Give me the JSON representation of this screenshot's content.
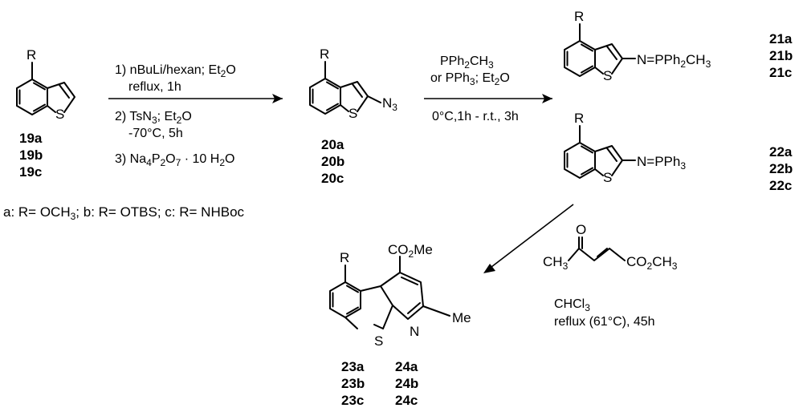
{
  "compounds": {
    "c19": [
      "19a",
      "19b",
      "19c"
    ],
    "c20": [
      "20a",
      "20b",
      "20c"
    ],
    "c21": [
      "21a",
      "21b",
      "21c"
    ],
    "c22": [
      "22a",
      "22b",
      "22c"
    ],
    "c23": [
      "23a",
      "23b",
      "23c"
    ],
    "c24": [
      "24a",
      "24b",
      "24c"
    ]
  },
  "atoms": {
    "r": "R",
    "s": "S",
    "n": "N",
    "me": "Me"
  },
  "groups": {
    "azide_main": "N",
    "azide_sub": "3",
    "ylide21_pre": "N=PPh",
    "ylide21_sub1": "2",
    "ylide21_mid": "CH",
    "ylide21_sub2": "3",
    "ylide22_pre": "N=PPh",
    "ylide22_sub": "3",
    "ester_pre": "CO",
    "ester_sub": "2",
    "ester_post": "Me"
  },
  "step1": {
    "line1_pre": "1) nBuLi/hexan; Et",
    "line1_sub": "2",
    "line1_post": "O",
    "line2": "reflux, 1h",
    "line3_pre": "2) TsN",
    "line3_sub1": "3",
    "line3_mid": "; Et",
    "line3_sub2": "2",
    "line3_post": "O",
    "line4": "-70°C, 5h",
    "line5_pre": "3) Na",
    "line5_sub1": "4",
    "line5_mid1": "P",
    "line5_sub2": "2",
    "line5_mid2": "O",
    "line5_sub3": "7",
    "line5_post": " · 10 H",
    "line5_sub4": "2",
    "line5_end": "O"
  },
  "step2": {
    "line1_pre": "PPh",
    "line1_sub1": "2",
    "line1_mid": "CH",
    "line1_sub2": "3",
    "line2_pre": "or PPh",
    "line2_sub1": "3",
    "line2_mid": "; Et",
    "line2_sub2": "2",
    "line2_post": "O",
    "line3": "0°C,1h - r.t., 3h"
  },
  "step3": {
    "o": "O",
    "ch3_pre": "CH",
    "ch3_sub": "3",
    "ester_pre": "CO",
    "ester_sub": "2",
    "ester_post": "CH",
    "ester_sub2": "3",
    "solvent_pre": "CHCl",
    "solvent_sub": "3",
    "conditions": "reflux (61°C), 45h"
  },
  "legend": {
    "part1": "a: R= OCH",
    "part1_sub": "3",
    "part2": "; b: R= OTBS; c: R= NHBoc"
  }
}
